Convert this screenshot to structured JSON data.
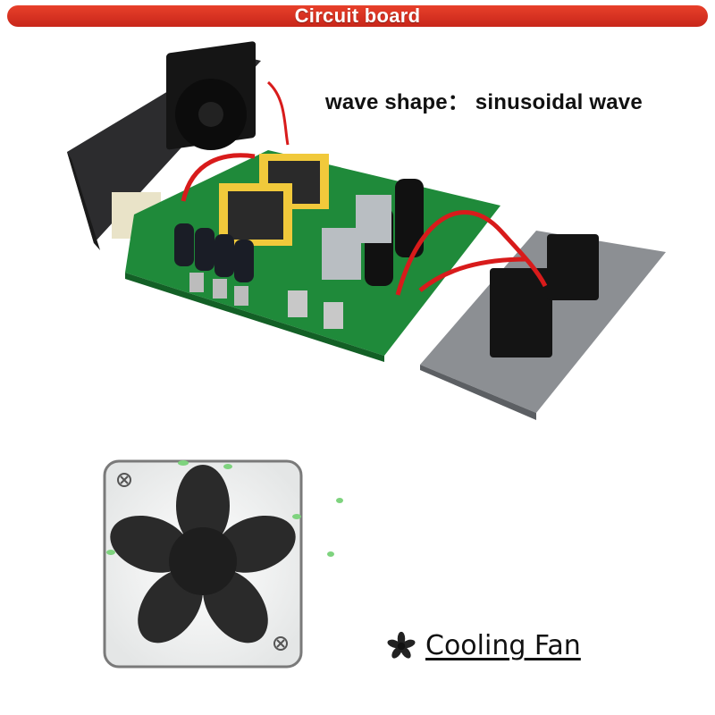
{
  "banner": {
    "title": "Circuit board"
  },
  "caption": {
    "wave_shape": "wave shape：  sinusoidal wave"
  },
  "fan_feature": {
    "label": "Cooling Fan",
    "icon": "fan-icon"
  },
  "colors": {
    "banner_red": "#d32f1e",
    "pcb_green": "#1f8a3a",
    "wire_red": "#d81b1b"
  }
}
